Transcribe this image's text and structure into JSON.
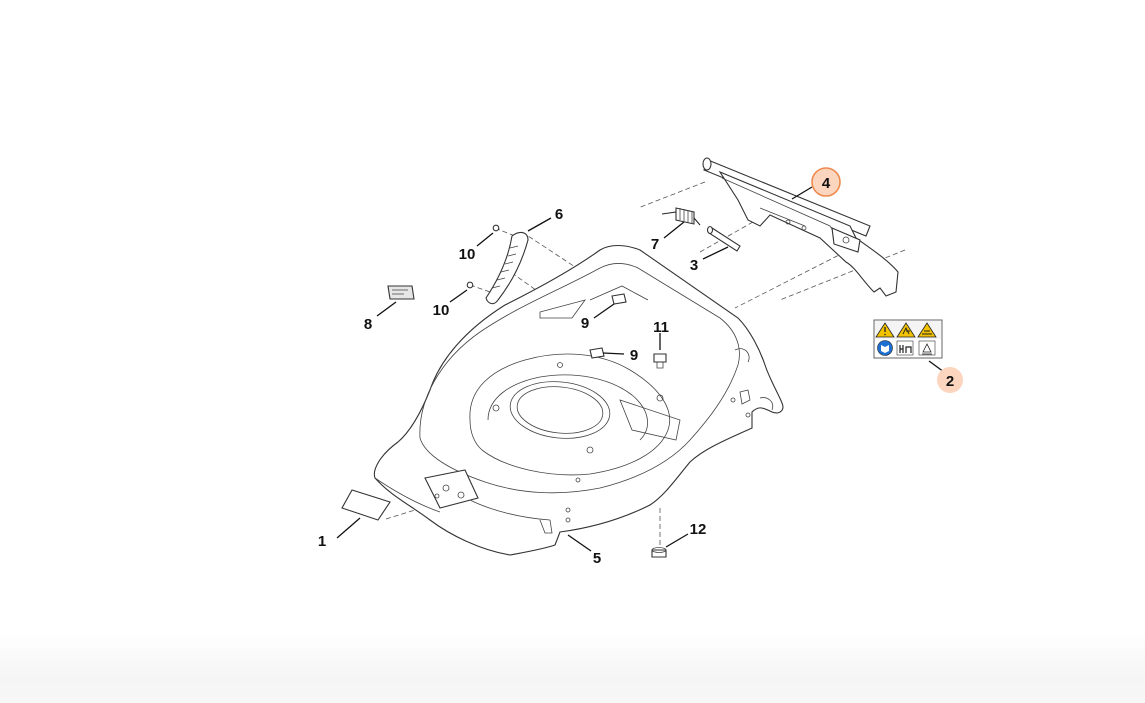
{
  "diagram": {
    "callouts": [
      {
        "id": "c1",
        "label": "1",
        "highlight": false
      },
      {
        "id": "c2",
        "label": "2",
        "highlight": true
      },
      {
        "id": "c3",
        "label": "3",
        "highlight": false
      },
      {
        "id": "c4",
        "label": "4",
        "highlight": true
      },
      {
        "id": "c5",
        "label": "5",
        "highlight": false
      },
      {
        "id": "c6",
        "label": "6",
        "highlight": false
      },
      {
        "id": "c7",
        "label": "7",
        "highlight": false
      },
      {
        "id": "c8",
        "label": "8",
        "highlight": false
      },
      {
        "id": "c9a",
        "label": "9",
        "highlight": false
      },
      {
        "id": "c9b",
        "label": "9",
        "highlight": false
      },
      {
        "id": "c10a",
        "label": "10",
        "highlight": false
      },
      {
        "id": "c10b",
        "label": "10",
        "highlight": false
      },
      {
        "id": "c11",
        "label": "11",
        "highlight": false
      },
      {
        "id": "c12",
        "label": "12",
        "highlight": false
      }
    ],
    "colors": {
      "highlight_fill": "#fbd5bd",
      "highlight_ring": "#ee8a4e",
      "line": "#222222",
      "warning_yellow": "#f2c200",
      "mandatory_blue": "#1f6fd0"
    }
  }
}
